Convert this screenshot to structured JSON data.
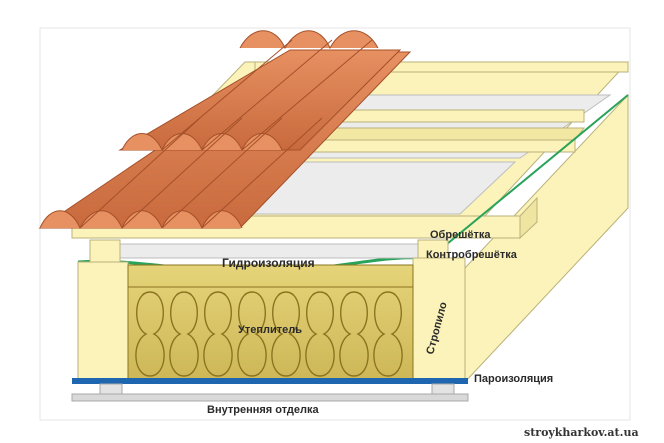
{
  "diagram": {
    "labels": {
      "obreshetka": "Обрешётка",
      "kontrobreshetka": "Контробрешётка",
      "gidroizolyatsiya": "Гидроизоляция",
      "uteplitel": "Утеплитель",
      "stropilo": "Стропило",
      "paroizolyatsiya": "Пароизоляция",
      "vnutrennyaya_otdelka": "Внутренняя отделка"
    },
    "watermark": "stroykharkov.at.ua"
  },
  "colors": {
    "background": "#ffffff",
    "wood": "#fbf3b9",
    "wood_edge": "#b9b27a",
    "tile": "#d97a4a",
    "tile_dark": "#a4502a",
    "membrane": "#ececec",
    "insulation": "#d8c463",
    "insulation_line": "#8a7420",
    "vapor_barrier": "#1f66b0",
    "waterproofing_line": "#2aa35a",
    "finish": "#d9d9d9"
  }
}
